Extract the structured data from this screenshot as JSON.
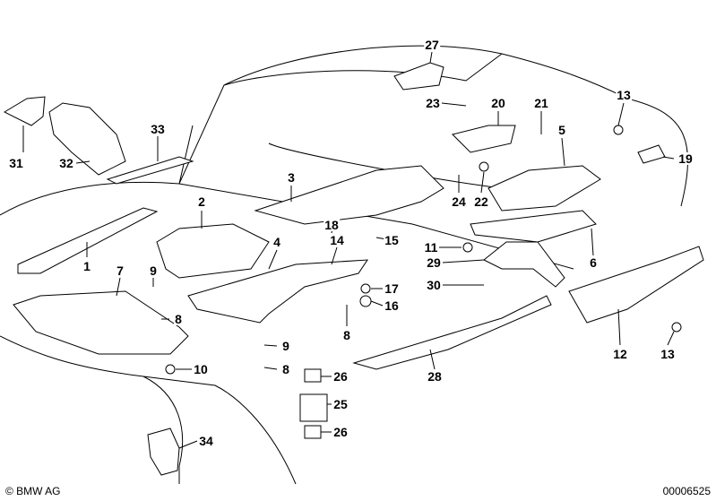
{
  "callouts": [
    "27",
    "23",
    "20",
    "21",
    "13",
    "5",
    "19",
    "33",
    "31",
    "32",
    "3",
    "2",
    "24",
    "22",
    "18",
    "15",
    "11",
    "29",
    "6",
    "1",
    "7",
    "9",
    "4",
    "14",
    "17",
    "16",
    "30",
    "8",
    "8",
    "12",
    "13",
    "9",
    "8",
    "10",
    "26",
    "28",
    "25",
    "26",
    "34"
  ],
  "footer": {
    "copyright": "© BMW AG",
    "diagram_number": "00006525"
  }
}
